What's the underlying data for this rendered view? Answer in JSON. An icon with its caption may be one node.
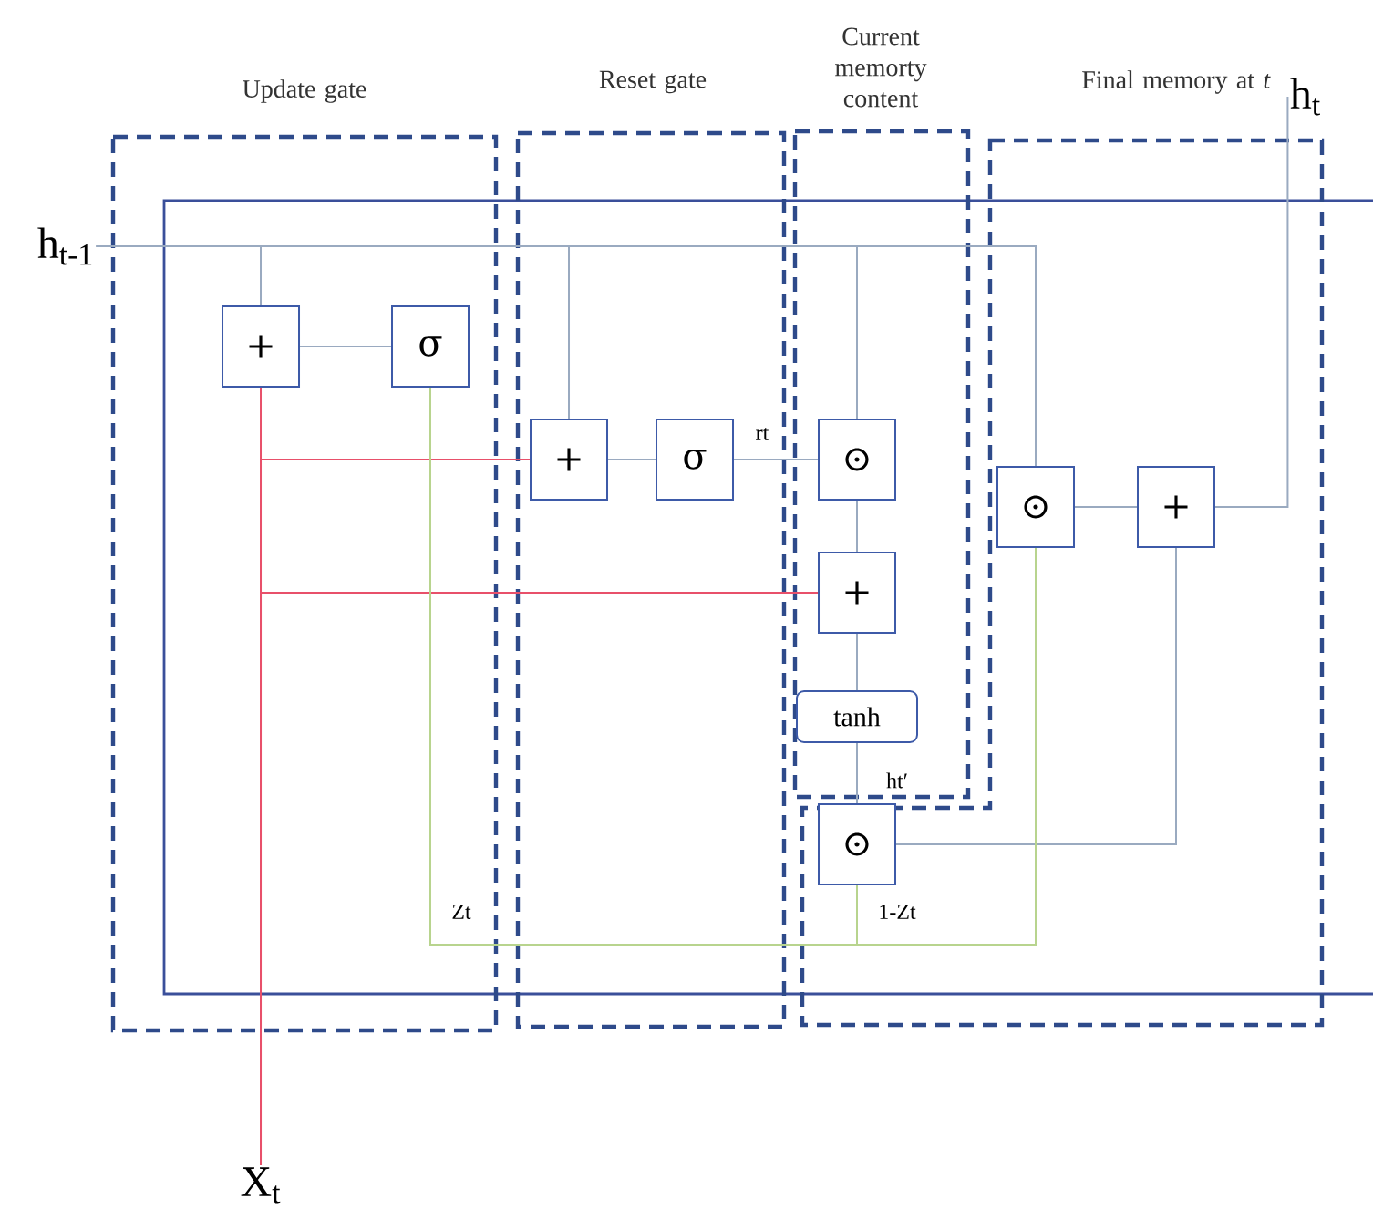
{
  "diagram": {
    "nodes": [
      {
        "text": [
          "Update gate"
        ]
      },
      {
        "text": [
          "Reset gate"
        ]
      },
      {
        "text": [
          "Current memorty content"
        ]
      },
      {
        "text": [
          "Final memory at *t*"
        ]
      },
      {
        "text": [
          "+"
        ],
        "in": 0
      },
      {
        "text": [
          "σ"
        ],
        "in": 0
      },
      {
        "text": [
          "+"
        ],
        "in": 1
      },
      {
        "text": [
          "σ"
        ],
        "in": 1
      },
      {
        "text": [
          "⊙"
        ],
        "in": 2
      },
      {
        "text": [
          "+"
        ],
        "in": 2
      },
      {
        "text": [
          "tanh"
        ],
        "in": 2
      },
      {
        "text": [
          "⊙"
        ],
        "in": 3
      },
      {
        "text": [
          "⊙"
        ],
        "in": 3
      },
      {
        "text": [
          "+"
        ],
        "in": 3
      },
      {
        "text": [
          "h$_{t-1}$"
        ]
      },
      {
        "text": [
          "X$_{t}$"
        ]
      },
      {
        "text": [
          "h$_{t}$"
        ]
      }
    ],
    "edges": [
      {
        "from": 14,
        "to": 4,
        "arrow": "none"
      },
      {
        "from": 14,
        "to": 6,
        "arrow": "none"
      },
      {
        "from": 14,
        "to": 8,
        "arrow": "none"
      },
      {
        "from": 14,
        "to": 12,
        "arrow": "none"
      },
      {
        "from": 4,
        "to": 5,
        "arrow": "none"
      },
      {
        "from": 6,
        "to": 7,
        "arrow": "none"
      },
      {
        "from": 7,
        "to": 8,
        "arrow": "none",
        "label": "rt"
      },
      {
        "from": 8,
        "to": 9,
        "arrow": "none"
      },
      {
        "from": 9,
        "to": 10,
        "arrow": "none"
      },
      {
        "from": 10,
        "to": 11,
        "arrow": "none",
        "label": "ht′"
      },
      {
        "from": 11,
        "to": 13,
        "arrow": "none"
      },
      {
        "from": 12,
        "to": 13,
        "arrow": "none"
      },
      {
        "from": 13,
        "to": 16,
        "arrow": "none"
      },
      {
        "from": 15,
        "to": 4,
        "arrow": "none",
        "color": "#e8506a"
      },
      {
        "from": 15,
        "to": 6,
        "arrow": "none",
        "color": "#e8506a"
      },
      {
        "from": 15,
        "to": 9,
        "arrow": "none",
        "color": "#e8506a"
      },
      {
        "from": 5,
        "to": 12,
        "arrow": "none",
        "label": "Zt",
        "color": "#b8d48e"
      },
      {
        "from": 5,
        "to": 11,
        "arrow": "none",
        "label": "1-Zt",
        "color": "#b8d48e"
      }
    ]
  }
}
